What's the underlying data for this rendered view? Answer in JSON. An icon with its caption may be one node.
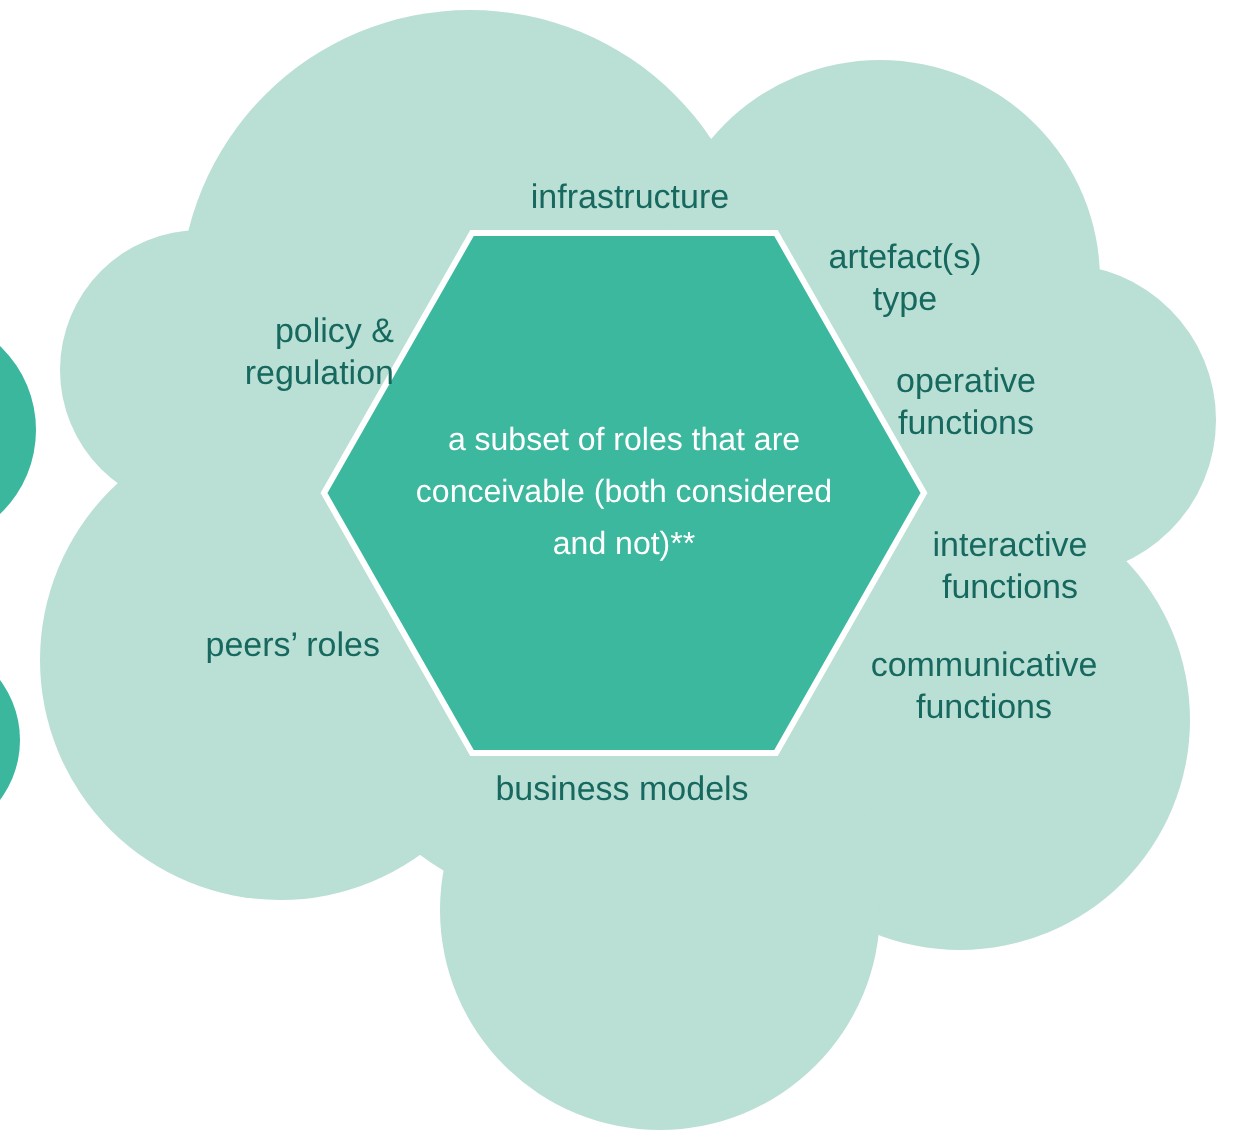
{
  "diagram": {
    "nodes": [
      {
        "text": [],
        "shape": "cloud"
      },
      {
        "text": [
          "a subset of roles that are conceivable (both considered and not)**"
        ],
        "in": 0
      },
      {
        "text": [],
        "shape": "circle"
      },
      {
        "text": [],
        "shape": "circle"
      }
    ],
    "labels": [
      "infrastructure",
      "artefact(s) type",
      "policy & regulation",
      "operative functions",
      "interactive functions",
      "peers’ roles",
      "communicative functions",
      "business models"
    ]
  }
}
